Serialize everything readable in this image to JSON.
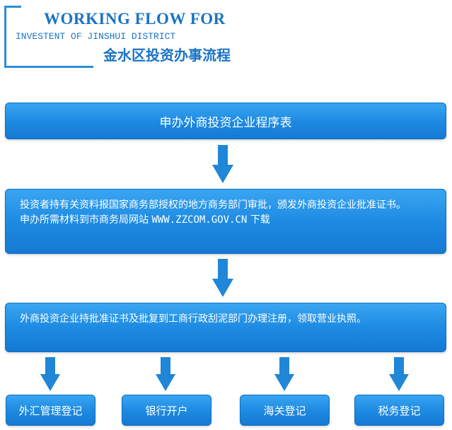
{
  "header": {
    "title": "WORKING FLOW FOR",
    "subtitle": "INVESTENT OF JINSHUI DISTRICT",
    "title_cn": "金水区投资办事流程"
  },
  "flow": {
    "step1": "申办外商投资企业程序表",
    "step2_line1": "投资者持有关资料报国家商务部授权的地方商务部门审批，颁发外商投资企业批准证书。",
    "step2_line2_prefix": "申办所需材料到市商务局网站 ",
    "step2_url": "WWW.ZZCOM.GOV.CN",
    "step2_line2_suffix": " 下载",
    "step3": "外商投资企业持批准证书及批复到工商行政刮泥部门办理注册，领取营业执照。",
    "registrations": [
      "外汇管理登记",
      "银行开户",
      "海关登记",
      "税务登记"
    ]
  },
  "colors": {
    "box_fill": "#1e8be3",
    "box_border": "#0d6fbf",
    "arrow": "#1f86d8",
    "header_text": "#1a73c4"
  }
}
